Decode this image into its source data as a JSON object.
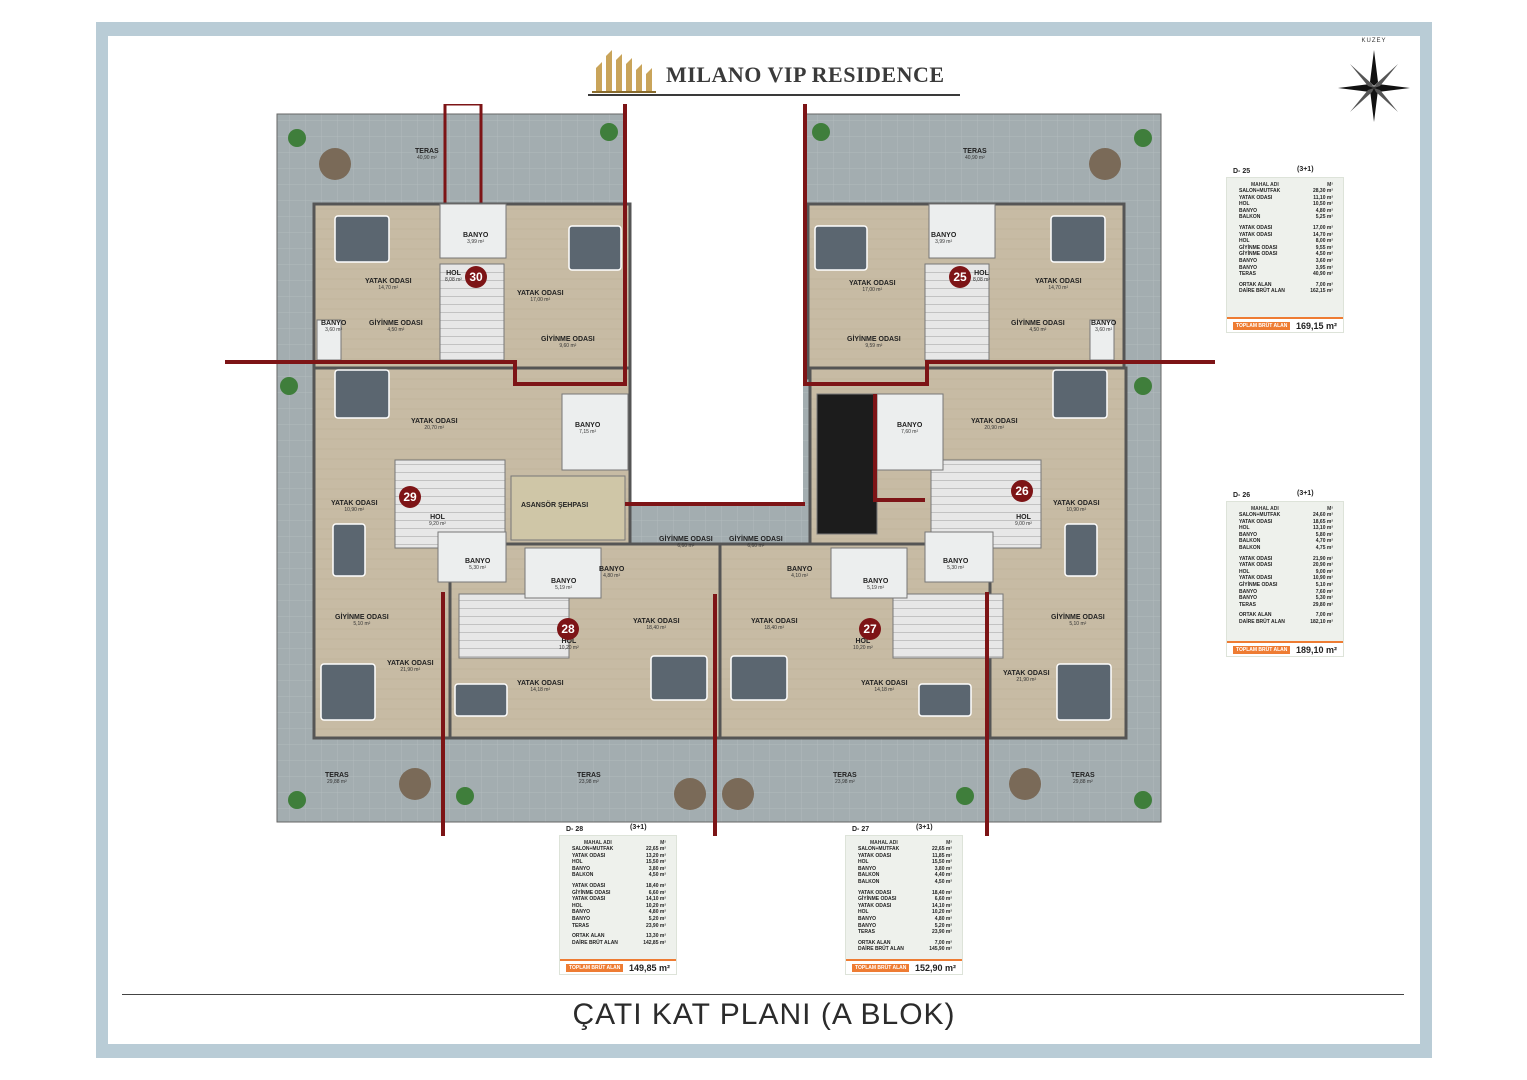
{
  "brand": {
    "name": "MILANO VIP RESIDENCE"
  },
  "compass": {
    "label": "KUZEY"
  },
  "title": "ÇATI KAT PLANI (A BLOK)",
  "colors": {
    "wall": "#7d1416",
    "terrace": "#a3adb0",
    "floor": "#c7bba4",
    "frame": "#b9ccd6",
    "accent": "#ee7c33"
  },
  "units": [
    {
      "number": "30",
      "rooms": [
        {
          "name": "YATAK ODASI",
          "area": "14,70 m²"
        },
        {
          "name": "BANYO",
          "area": "3,99 m²"
        },
        {
          "name": "HOL",
          "area": "8,08 m²"
        },
        {
          "name": "YATAK ODASI",
          "area": "17,00 m²"
        },
        {
          "name": "BANYO",
          "area": "3,60 m²"
        },
        {
          "name": "GİYİNME ODASI",
          "area": "4,50 m²"
        },
        {
          "name": "GİYİNME ODASI",
          "area": "9,60 m²"
        },
        {
          "name": "TERAS",
          "area": "40,90 m²"
        }
      ]
    },
    {
      "number": "25",
      "rooms": [
        {
          "name": "YATAK ODASI",
          "area": "17,00 m²"
        },
        {
          "name": "BANYO",
          "area": "3,99 m²"
        },
        {
          "name": "HOL",
          "area": "8,08 m²"
        },
        {
          "name": "YATAK ODASI",
          "area": "14,70 m²"
        },
        {
          "name": "GİYİNME ODASI",
          "area": "4,50 m²"
        },
        {
          "name": "BANYO",
          "area": "3,60 m²"
        },
        {
          "name": "GİYİNME ODASI",
          "area": "9,59 m²"
        },
        {
          "name": "TERAS",
          "area": "40,90 m²"
        }
      ]
    },
    {
      "number": "29",
      "rooms": [
        {
          "name": "YATAK ODASI",
          "area": "20,70 m²"
        },
        {
          "name": "BANYO",
          "area": "7,15 m²"
        },
        {
          "name": "YATAK ODASI",
          "area": "10,90 m²"
        },
        {
          "name": "HOL",
          "area": "9,20 m²"
        },
        {
          "name": "BANYO",
          "area": "5,30 m²"
        },
        {
          "name": "GİYİNME ODASI",
          "area": "5,10 m²"
        },
        {
          "name": "YATAK ODASI",
          "area": "21,90 m²"
        },
        {
          "name": "TERAS",
          "area": "29,88 m²"
        }
      ]
    },
    {
      "number": "26",
      "rooms": [
        {
          "name": "YATAK ODASI",
          "area": "20,90 m²"
        },
        {
          "name": "BANYO",
          "area": "7,60 m²"
        },
        {
          "name": "HOL",
          "area": "9,00 m²"
        },
        {
          "name": "YATAK ODASI",
          "area": "10,90 m²"
        },
        {
          "name": "BANYO",
          "area": "5,30 m²"
        },
        {
          "name": "GİYİNME ODASI",
          "area": "5,10 m²"
        },
        {
          "name": "YATAK ODASI",
          "area": "21,90 m²"
        },
        {
          "name": "TERAS",
          "area": "29,88 m²"
        }
      ]
    },
    {
      "number": "28",
      "rooms": [
        {
          "name": "GİYİNME ODASI",
          "area": "6,60 m²"
        },
        {
          "name": "BANYO",
          "area": "4,80 m²"
        },
        {
          "name": "BANYO",
          "area": "5,19 m²"
        },
        {
          "name": "YATAK ODASI",
          "area": "18,40 m²"
        },
        {
          "name": "HOL",
          "area": "10,20 m²"
        },
        {
          "name": "YATAK ODASI",
          "area": "14,18 m²"
        },
        {
          "name": "TERAS",
          "area": "23,98 m²"
        }
      ]
    },
    {
      "number": "27",
      "rooms": [
        {
          "name": "GİYİNME ODASI",
          "area": "6,60 m²"
        },
        {
          "name": "BANYO",
          "area": "4,10 m²"
        },
        {
          "name": "BANYO",
          "area": "5,19 m²"
        },
        {
          "name": "YATAK ODASI",
          "area": "18,40 m²"
        },
        {
          "name": "HOL",
          "area": "10,20 m²"
        },
        {
          "name": "YATAK ODASI",
          "area": "14,18 m²"
        },
        {
          "name": "TERAS",
          "area": "23,98 m²"
        }
      ]
    }
  ],
  "core": {
    "elevator": "ASANSÖR ŞEHPASI"
  },
  "area_tables": [
    {
      "code": "D- 25",
      "type": "(3+1)",
      "col_name": "MAHAL ADI",
      "col_unit": "M²",
      "rows": [
        [
          "SALON+MUTFAK",
          "28,30 m²"
        ],
        [
          "YATAK ODASI",
          "11,10 m²"
        ],
        [
          "HOL",
          "10,50 m²"
        ],
        [
          "BANYO",
          "4,80 m²"
        ],
        [
          "BALKON",
          "5,25 m²"
        ]
      ],
      "rows2": [
        [
          "YATAK ODASI",
          "17,00 m²"
        ],
        [
          "YATAK ODASI",
          "14,70 m²"
        ],
        [
          "HOL",
          "8,00 m²"
        ],
        [
          "GİYİNME ODASI",
          "9,55 m²"
        ],
        [
          "GİYİNME ODASI",
          "4,50 m²"
        ],
        [
          "BANYO",
          "3,60 m²"
        ],
        [
          "BANYO",
          "3,95 m²"
        ],
        [
          "TERAS",
          "40,90 m²"
        ]
      ],
      "rows3": [
        [
          "ORTAK ALAN",
          "7,00 m²"
        ],
        [
          "DAİRE BRÜT ALAN",
          "162,15 m²"
        ]
      ],
      "total_label": "TOPLAM BRÜT ALAN",
      "total": "169,15 m²"
    },
    {
      "code": "D- 26",
      "type": "(3+1)",
      "col_name": "MAHAL ADI",
      "col_unit": "M²",
      "rows": [
        [
          "SALON+MUTFAK",
          "24,60 m²"
        ],
        [
          "YATAK ODASI",
          "18,65 m²"
        ],
        [
          "HOL",
          "13,10 m²"
        ],
        [
          "BANYO",
          "5,80 m²"
        ],
        [
          "BALKON",
          "4,70 m²"
        ],
        [
          "BALKON",
          "4,75 m²"
        ]
      ],
      "rows2": [
        [
          "YATAK ODASI",
          "21,90 m²"
        ],
        [
          "YATAK ODASI",
          "20,90 m²"
        ],
        [
          "HOL",
          "9,00 m²"
        ],
        [
          "YATAK ODASI",
          "10,90 m²"
        ],
        [
          "GİYİNME ODASI",
          "5,10 m²"
        ],
        [
          "BANYO",
          "7,60 m²"
        ],
        [
          "BANYO",
          "5,30 m²"
        ],
        [
          "TERAS",
          "29,80 m²"
        ]
      ],
      "rows3": [
        [
          "ORTAK ALAN",
          "7,00 m²"
        ],
        [
          "DAİRE BRÜT ALAN",
          "182,10 m²"
        ]
      ],
      "total_label": "TOPLAM BRÜT ALAN",
      "total": "189,10 m²"
    },
    {
      "code": "D- 28",
      "type": "(3+1)",
      "col_name": "MAHAL ADI",
      "col_unit": "M²",
      "rows": [
        [
          "SALON+MUTFAK",
          "22,65 m²"
        ],
        [
          "YATAK ODASI",
          "13,20 m²"
        ],
        [
          "HOL",
          "15,50 m²"
        ],
        [
          "BANYO",
          "3,80 m²"
        ],
        [
          "BALKON",
          "4,50 m²"
        ]
      ],
      "rows2": [
        [
          "YATAK ODASI",
          "18,40 m²"
        ],
        [
          "GİYİNME ODASI",
          "6,60 m²"
        ],
        [
          "YATAK ODASI",
          "14,10 m²"
        ],
        [
          "HOL",
          "10,20 m²"
        ],
        [
          "BANYO",
          "4,80 m²"
        ],
        [
          "BANYO",
          "5,20 m²"
        ],
        [
          "TERAS",
          "23,90 m²"
        ]
      ],
      "rows3": [
        [
          "ORTAK ALAN",
          "13,30 m²"
        ],
        [
          "DAİRE BRÜT ALAN",
          "142,85 m²"
        ]
      ],
      "total_label": "TOPLAM BRÜT ALAN",
      "total": "149,85 m²"
    },
    {
      "code": "D- 27",
      "type": "(3+1)",
      "col_name": "MAHAL ADI",
      "col_unit": "M²",
      "rows": [
        [
          "SALON+MUTFAK",
          "22,65 m²"
        ],
        [
          "YATAK ODASI",
          "11,85 m²"
        ],
        [
          "HOL",
          "15,50 m²"
        ],
        [
          "BANYO",
          "3,80 m²"
        ],
        [
          "BALKON",
          "4,40 m²"
        ],
        [
          "BALKON",
          "4,50 m²"
        ]
      ],
      "rows2": [
        [
          "YATAK ODASI",
          "18,40 m²"
        ],
        [
          "GİYİNME ODASI",
          "6,60 m²"
        ],
        [
          "YATAK ODASI",
          "14,10 m²"
        ],
        [
          "HOL",
          "10,20 m²"
        ],
        [
          "BANYO",
          "4,80 m²"
        ],
        [
          "BANYO",
          "5,20 m²"
        ],
        [
          "TERAS",
          "23,90 m²"
        ]
      ],
      "rows3": [
        [
          "ORTAK ALAN",
          "7,00 m²"
        ],
        [
          "DAİRE BRÜT ALAN",
          "145,90 m²"
        ]
      ],
      "total_label": "TOPLAM BRÜT ALAN",
      "total": "152,90 m²"
    }
  ]
}
